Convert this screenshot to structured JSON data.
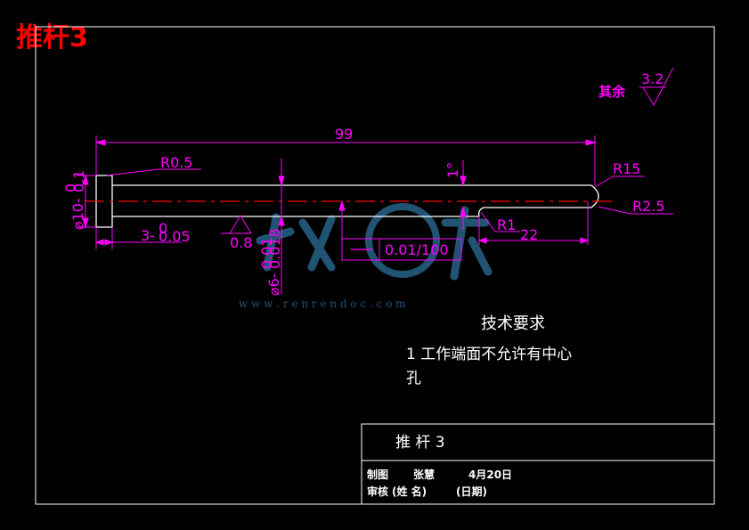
{
  "page_title": "推杆3",
  "surface_finish": {
    "prefix": "其余",
    "value": "3.2",
    "face_value": "0.8"
  },
  "dimensions": {
    "length": "99",
    "head_radius": "R0.5",
    "end_radius_large": "R15",
    "end_radius_small": "R2.5",
    "groove_radius": "R1",
    "end_length": "22",
    "head_diameter_prefix": "⌀10-",
    "head_diameter_tol": "0",
    "head_diameter_tol_low": "0.1",
    "head_thickness": "3-",
    "head_thickness_tol": "0",
    "head_thickness_tol_low": "0.05",
    "shaft_diameter_prefix": "⌀6-",
    "shaft_diameter_tol_high": "0.01",
    "shaft_diameter_tol_low": "0.018",
    "angle": "1°"
  },
  "tolerance_frame": {
    "symbol": "—",
    "value": "0.01/100"
  },
  "tech_requirements": {
    "heading": "技术要求",
    "line1": "1  工作端面不允许有中心",
    "line2": "孔"
  },
  "title_block": {
    "part_name": "推  杆  3",
    "drawn_label": "制图",
    "drawer": "张慧",
    "date": "4月20日",
    "check_label": "审核",
    "name_field": "(姓   名)",
    "date_field": "(日期)"
  },
  "watermark": {
    "url": "w w w . r e n r e n d o c . c o m"
  },
  "colors": {
    "title_red": "#ff0000",
    "dimension_magenta": "#ff00ff",
    "outline_white": "#ffffff",
    "centerline_red": "#ff0000",
    "watermark_blue": "#2d6f9a"
  }
}
